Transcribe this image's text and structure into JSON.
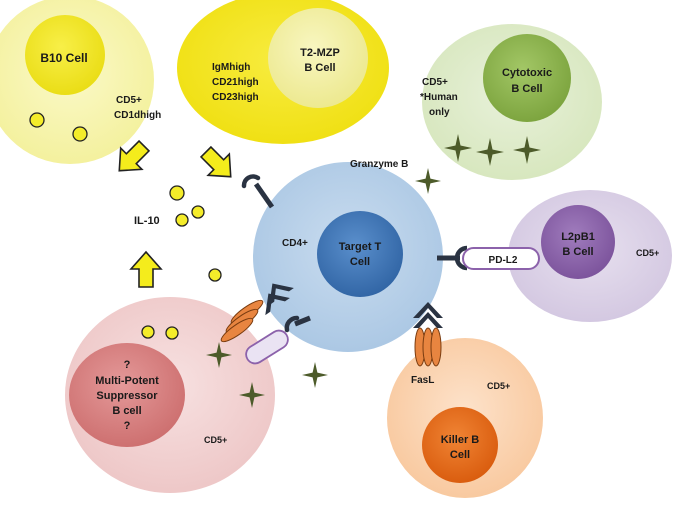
{
  "labels": {
    "b10_cell": "B10 Cell",
    "b10_marker1": "CD5+",
    "b10_marker2": "CD1dhigh",
    "t2mzp_line1": "T2-MZP",
    "t2mzp_line2": "B Cell",
    "t2mzp_marker1": "IgMhigh",
    "t2mzp_marker2": "CD21high",
    "t2mzp_marker3": "CD23high",
    "cyto_line1": "Cytotoxic",
    "cyto_line2": "B Cell",
    "cyto_marker1": "CD5+",
    "cyto_marker2": "*Human",
    "cyto_marker3": "only",
    "granzyme": "Granzyme B",
    "il10": "IL-10",
    "cd4": "CD4+",
    "target_line1": "Target T",
    "target_line2": "Cell",
    "l2pb1_line1": "L2pB1",
    "l2pb1_line2": "B Cell",
    "l2pb1_marker": "CD5+",
    "pdl2": "PD-L2",
    "multi_q1": "?",
    "multi_line1": "Multi-Potent",
    "multi_line2": "Suppressor",
    "multi_line3": "B cell",
    "multi_q2": "?",
    "multi_marker": "CD5+",
    "fasl": "FasL",
    "killer_marker": "CD5+",
    "killer_line1": "Killer B",
    "killer_line2": "Cell"
  },
  "colors": {
    "b10_outer": "#f6f3a6",
    "b10_inner": "#f2e51f",
    "t2_outer": "#f5e61e",
    "t2_inner": "#f4f2a2",
    "cyto_outer": "#dfeccb",
    "cyto_inner": "#8db54a",
    "target_outer": "#b8d0e8",
    "target_inner": "#3f77b8",
    "l2_outer": "#ddd3e8",
    "l2_inner": "#8c62ab",
    "multi_outer": "#f3d5d5",
    "multi_inner": "#d98282",
    "killer_outer": "#fbd4b2",
    "killer_inner": "#e8691a",
    "granzyme_star": "#4d5b2a",
    "il10_dot": "#f4ec2a",
    "arrow_yellow": "#f4ec1c",
    "receptor_dark": "#2a3342",
    "fas_orange": "#e88540"
  }
}
